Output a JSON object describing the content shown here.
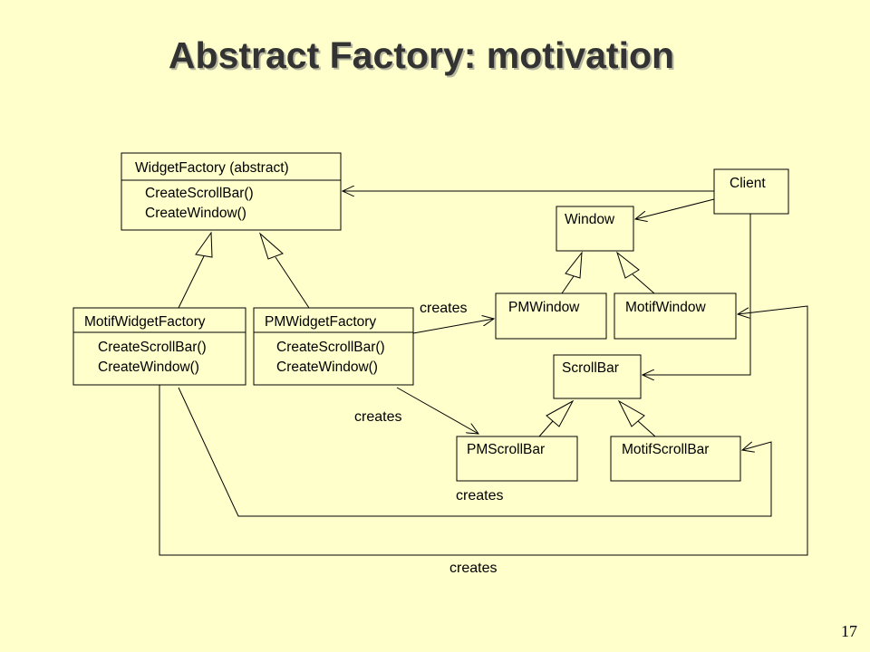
{
  "slide": {
    "title": "Abstract Factory: motivation",
    "page_number": "17"
  },
  "classes": {
    "widget_factory": {
      "name": "WidgetFactory (abstract)",
      "methods": [
        "CreateScrollBar()",
        "CreateWindow()"
      ]
    },
    "client": {
      "name": "Client"
    },
    "window": {
      "name": "Window"
    },
    "motif_widget_factory": {
      "name": "MotifWidgetFactory",
      "methods": [
        "CreateScrollBar()",
        "CreateWindow()"
      ]
    },
    "pm_widget_factory": {
      "name": "PMWidgetFactory",
      "methods": [
        "CreateScrollBar()",
        "CreateWindow()"
      ]
    },
    "pm_window": {
      "name": "PMWindow"
    },
    "motif_window": {
      "name": "MotifWindow"
    },
    "scroll_bar": {
      "name": "ScrollBar"
    },
    "pm_scroll_bar": {
      "name": "PMScrollBar"
    },
    "motif_scroll_bar": {
      "name": "MotifScrollBar"
    }
  },
  "labels": {
    "creates_pm_window": "creates",
    "creates_pm_scroll_bar": "creates",
    "creates_motif_scroll_bar": "creates",
    "creates_motif_window": "creates"
  },
  "colors": {
    "background": "#ffffcc",
    "line": "#000000",
    "title": "#333333"
  }
}
